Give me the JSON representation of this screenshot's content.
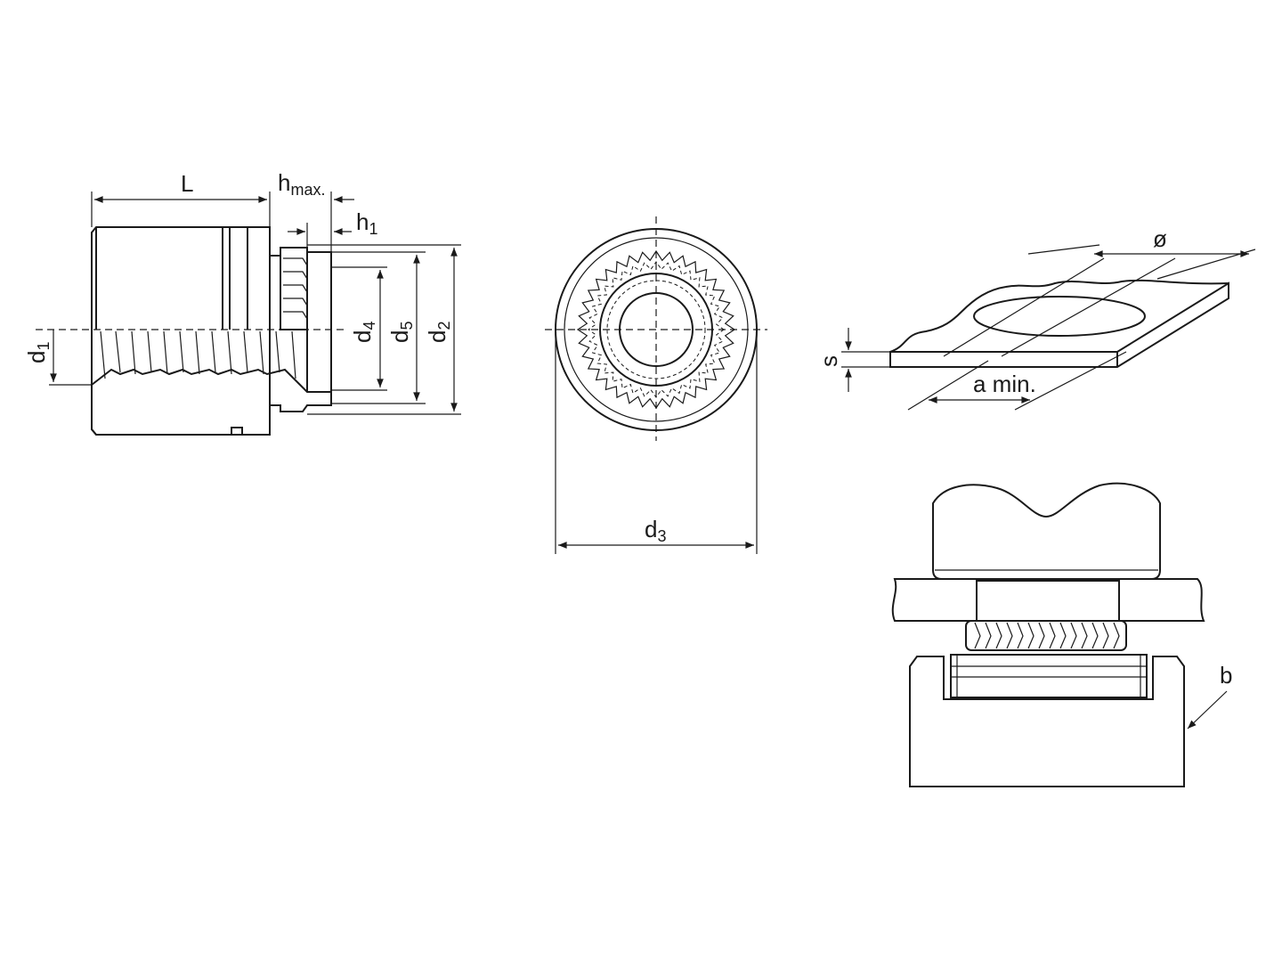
{
  "labels": {
    "L": "L",
    "h_max": {
      "base": "h",
      "sub": "max."
    },
    "h_1": {
      "base": "h",
      "sub": "1"
    },
    "d_1": {
      "base": "d",
      "sub": "1"
    },
    "d_2": {
      "base": "d",
      "sub": "2"
    },
    "d_3": {
      "base": "d",
      "sub": "3"
    },
    "d_4": {
      "base": "d",
      "sub": "4"
    },
    "d_5": {
      "base": "d",
      "sub": "5"
    },
    "diameter": "ø",
    "s": "s",
    "a_min": "a min.",
    "b": "b"
  },
  "colors": {
    "line": "#1a1a1a",
    "background": "#ffffff"
  }
}
